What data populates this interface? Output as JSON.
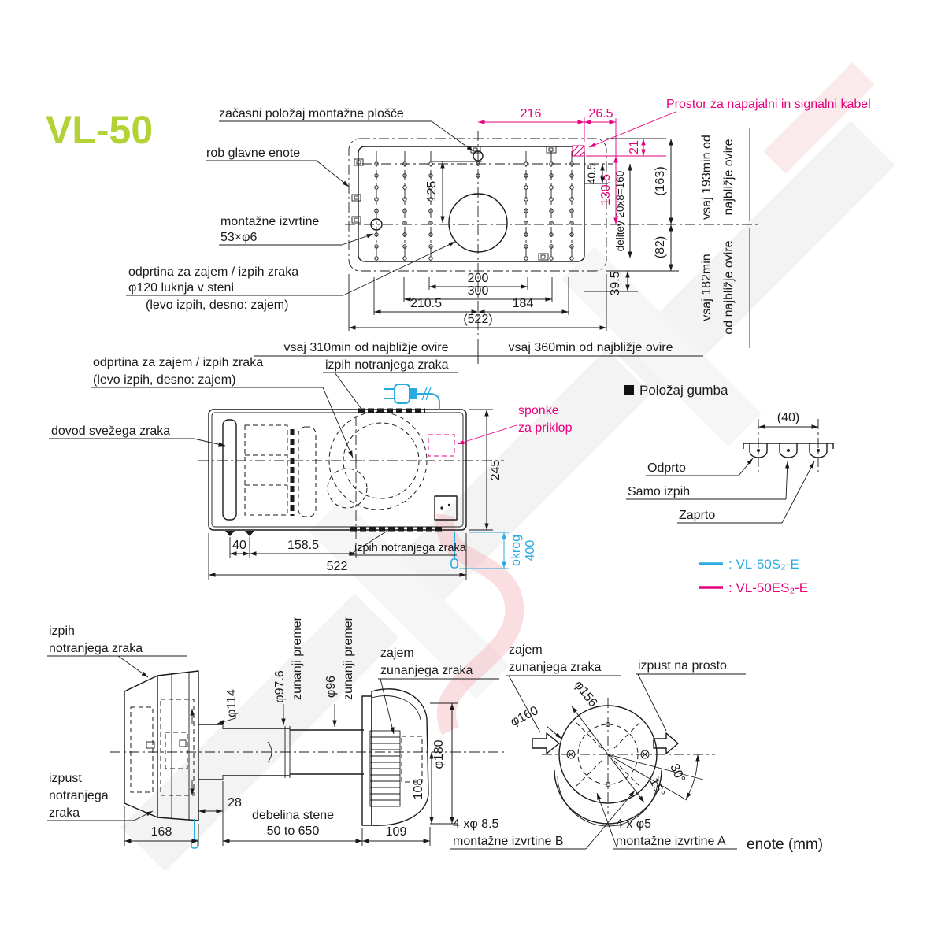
{
  "title": "VL-50",
  "units_note": "enote (mm)",
  "colors": {
    "green": "#b2d235",
    "pink": "#e6007e",
    "blue": "#29abe2",
    "line": "#1a1a1a"
  },
  "rear_view": {
    "label_temp_plate": "začasni položaj montažne plošče",
    "label_edge": "rob glavne enote",
    "label_holes_1": "montažne izvrtine",
    "label_holes_2": "53×φ6",
    "label_opening_1": "odprtina za zajem / izpih zraka",
    "label_opening_2": "φ120 luknja v steni",
    "label_opening_3": "(levo izpih, desno: zajem)",
    "label_cable": "Prostor za napajalni in signalni kabel",
    "clear_top_right_1": "vsaj 193min od",
    "clear_top_right_2": "najbližje ovire",
    "clear_bottom_right_1": "vsaj 182min",
    "clear_bottom_right_2": "od najbližje ovire",
    "clear_left": "vsaj 310min od najbližje ovire",
    "clear_right": "vsaj 360min od najbližje ovire",
    "dim_216": "216",
    "dim_26_5": "26.5",
    "dim_21": "21",
    "dim_130_5": "130.5",
    "dim_163": "(163)",
    "dim_40_5": "40.5",
    "dim_delitev": "delitev 20x8=160",
    "dim_82": "(82)",
    "dim_125": "125",
    "dim_39_5": "39.5",
    "dim_200": "200",
    "dim_300": "300",
    "dim_210_5": "210.5",
    "dim_184": "184",
    "dim_522": "(522)"
  },
  "plan_view": {
    "label_opening_1": "odprtina za zajem / izpih zraka",
    "label_opening_2": "(levo izpih, desno: zajem)",
    "label_exhaust_top": "izpih notranjega zraka",
    "label_fresh": "dovod svežega zraka",
    "label_clips_1": "sponke",
    "label_clips_2": "za priklop",
    "label_exhaust_bottom": "izpih notranjega zraka",
    "cord_1": "okrog",
    "cord_2": "400",
    "dim_40": "40",
    "dim_158_5": "158.5",
    "dim_522": "522",
    "dim_245": "245"
  },
  "knob": {
    "heading": "Položaj gumba",
    "dim_40": "(40)",
    "pos_open": "Odprto",
    "pos_exhaust": "Samo izpih",
    "pos_closed": "Zaprto",
    "legend": [
      {
        "model": ": VL-50S₂-E"
      },
      {
        "model": ": VL-50ES₂-E"
      }
    ]
  },
  "side_view": {
    "label_exhaust_1": "izpih",
    "label_exhaust_2": "notranjega zraka",
    "label_outlet_1": "izpust",
    "label_outlet_2": "notranjega",
    "label_outlet_3": "zraka",
    "dim_114": "φ114",
    "dim_97_6": "φ97.6",
    "dim_96": "φ96",
    "outer_dia": "zunanji premer",
    "label_intake_1": "zajem",
    "label_intake_2": "zunanjega zraka",
    "dim_168": "168",
    "dim_28": "28",
    "wall_1": "debelina stene",
    "wall_2": "50 to 650",
    "dim_109": "109",
    "dim_108": "108",
    "dim_180": "φ180"
  },
  "front_view": {
    "label_intake_1": "zajem",
    "label_intake_2": "zunanjega zraka",
    "label_out": "izpust na prosto",
    "dim_156": "φ156",
    "dim_160": "φ160",
    "ang_30": "30°",
    "ang_15": "15°",
    "holes_b_1": "4 xφ 8.5",
    "holes_b_2": "montažne izvrtine B",
    "holes_a_1": "4 x φ5",
    "holes_a_2": "montažne izvrtine A"
  }
}
